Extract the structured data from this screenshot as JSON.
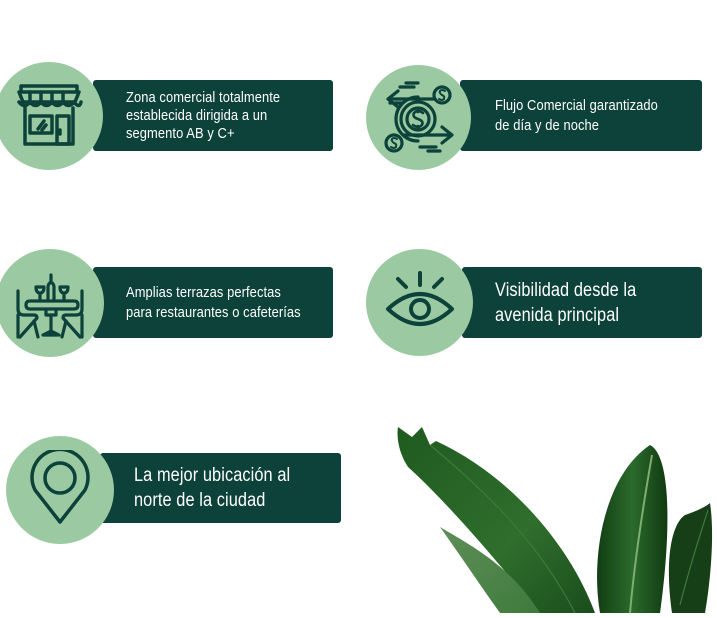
{
  "colors": {
    "box_bg": "#0c4239",
    "circle_bg": "#9ac9a2",
    "icon_stroke": "#0c4239",
    "text": "#ffffff",
    "page_bg": "#ffffff"
  },
  "features": [
    {
      "icon": "storefront-icon",
      "lines": [
        "Zona comercial totalmente",
        "establecida dirigida a un",
        "segmento AB y C+"
      ]
    },
    {
      "icon": "money-flow-icon",
      "lines": [
        "Flujo Comercial garantizado",
        "de día y de noche"
      ]
    },
    {
      "icon": "restaurant-table-icon",
      "lines": [
        "Amplias terrazas perfectas",
        "para restaurantes o cafeterías"
      ]
    },
    {
      "icon": "eye-icon",
      "lines": [
        "Visibilidad desde la",
        "avenida principal"
      ]
    },
    {
      "icon": "location-pin-icon",
      "lines": [
        "La mejor ubicación al",
        "norte de la ciudad"
      ]
    }
  ],
  "decoration": {
    "image": "plant-leaves-image"
  }
}
